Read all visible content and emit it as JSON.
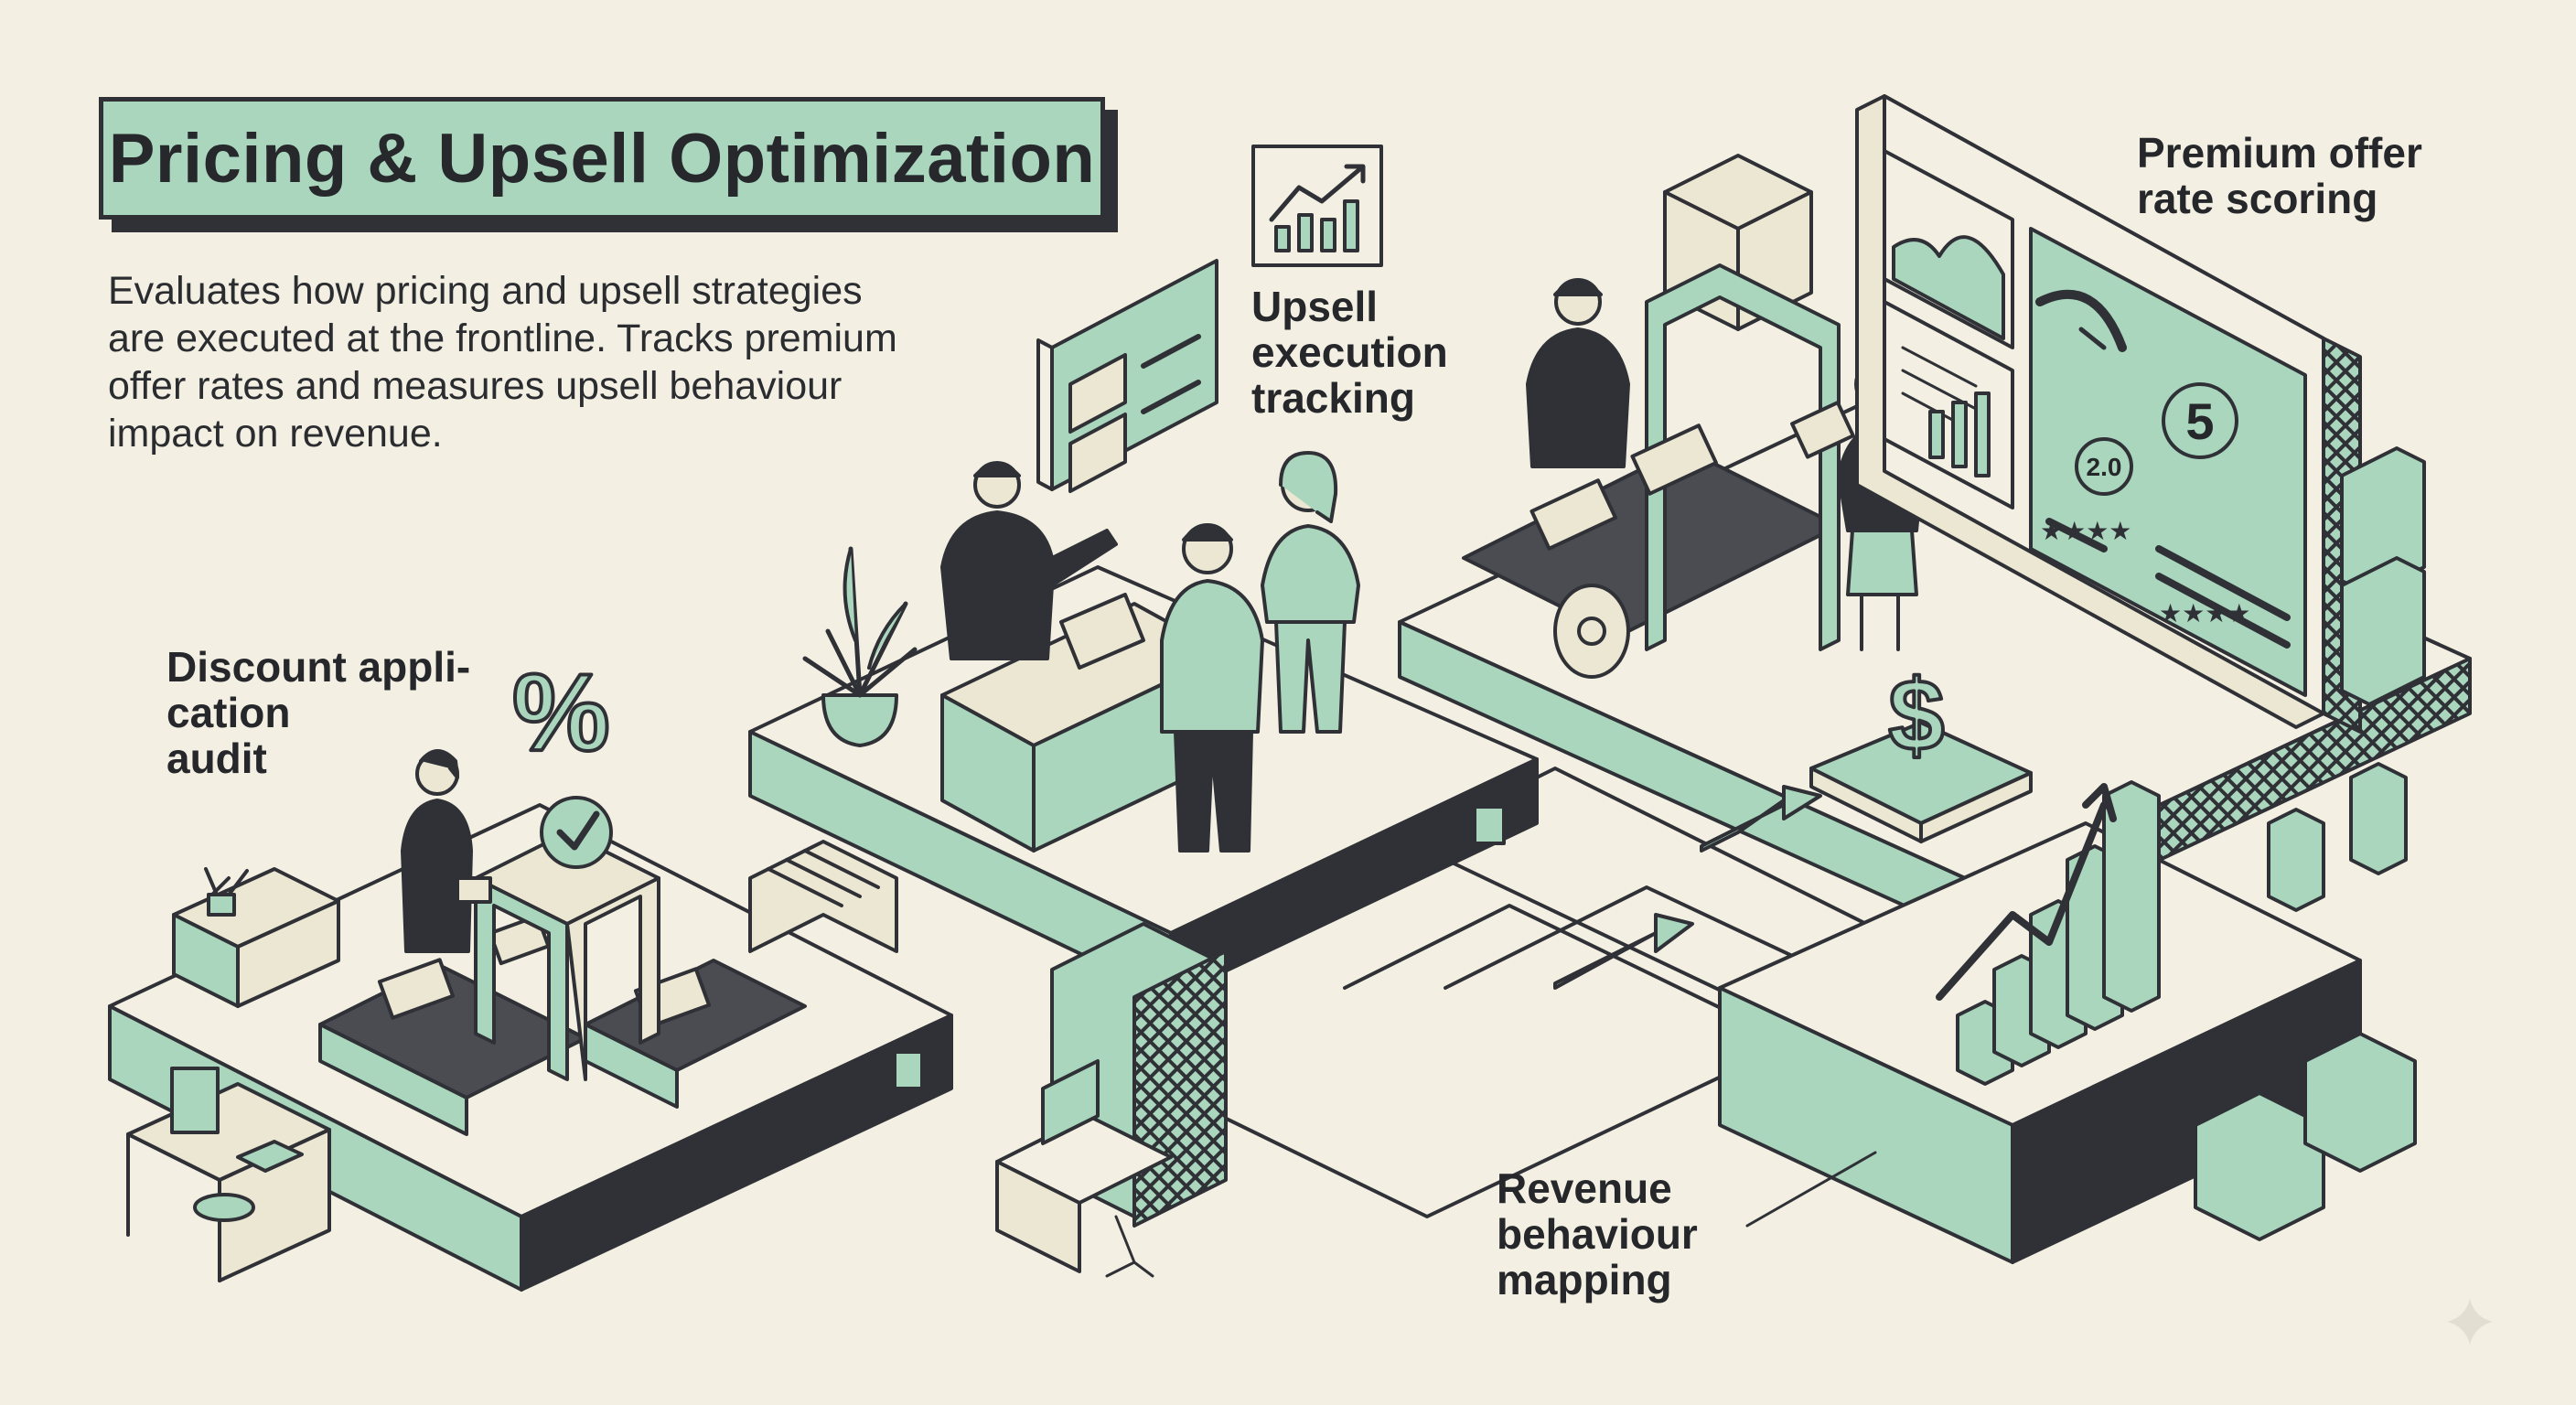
{
  "title": "Pricing & Upsell Optimization",
  "description": "Evaluates how pricing and upsell strategies are executed at the frontline. Tracks premium offer rates and measures upsell behaviour impact on revenue.",
  "labels": {
    "discount_audit": "Discount appli-\ncation\naudit",
    "upsell_tracking": "Upsell\nexecution\ntracking",
    "premium_scoring": "Premium offer\nrate scoring",
    "revenue_mapping": "Revenue\nbehaviour\nmapping"
  },
  "symbols": {
    "percent": "%",
    "dollar": "$",
    "score_badge": "5",
    "gauge_value": "2.0"
  },
  "colors": {
    "background": "#f3f0e3",
    "accent_green": "#a9d6bd",
    "dark": "#2f3136",
    "cream": "#ece7d2"
  }
}
